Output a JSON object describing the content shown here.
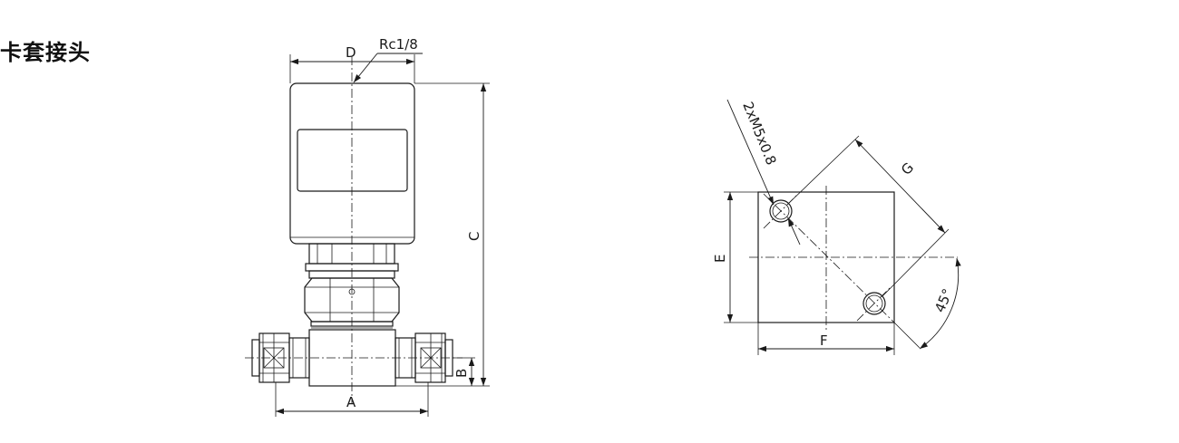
{
  "title": "卡套接头",
  "front_view": {
    "port_label": "Rc1/8",
    "dims": {
      "width": "A",
      "base_height": "B",
      "total_height": "C",
      "body_width": "D"
    }
  },
  "top_view": {
    "thread_label": "2xM5x0.8",
    "dims": {
      "height": "E",
      "width": "F",
      "hole_spacing": "G",
      "angle": "45°"
    }
  }
}
